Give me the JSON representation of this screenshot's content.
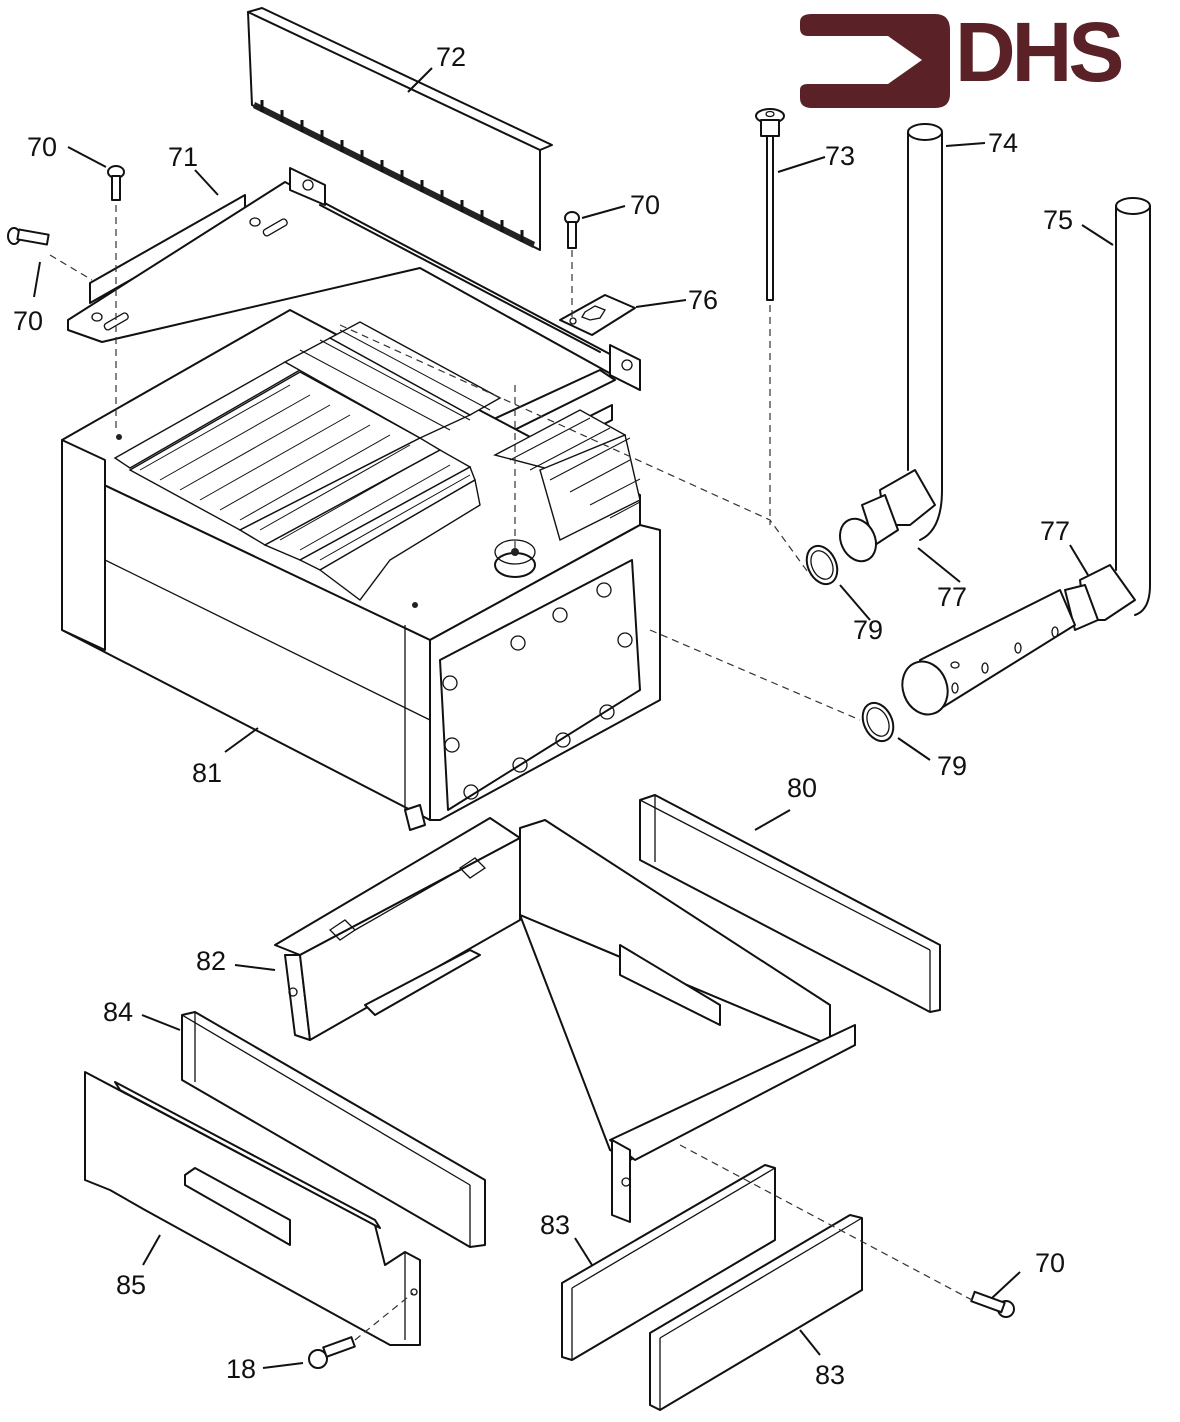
{
  "logo": {
    "text": "DHS",
    "color": "#5a2226",
    "icon": "arrow-bracket-logo"
  },
  "callouts": [
    {
      "id": "c72a",
      "label": "72"
    },
    {
      "id": "c70a",
      "label": "70"
    },
    {
      "id": "c71",
      "label": "71"
    },
    {
      "id": "c70b",
      "label": "70"
    },
    {
      "id": "c70c",
      "label": "70"
    },
    {
      "id": "c73",
      "label": "73"
    },
    {
      "id": "c74",
      "label": "74"
    },
    {
      "id": "c75",
      "label": "75"
    },
    {
      "id": "c76",
      "label": "76"
    },
    {
      "id": "c77a",
      "label": "77"
    },
    {
      "id": "c77b",
      "label": "77"
    },
    {
      "id": "c79a",
      "label": "79"
    },
    {
      "id": "c79b",
      "label": "79"
    },
    {
      "id": "c80",
      "label": "80"
    },
    {
      "id": "c81",
      "label": "81"
    },
    {
      "id": "c82",
      "label": "82"
    },
    {
      "id": "c84",
      "label": "84"
    },
    {
      "id": "c85",
      "label": "85"
    },
    {
      "id": "c83a",
      "label": "83"
    },
    {
      "id": "c83b",
      "label": "83"
    },
    {
      "id": "c70d",
      "label": "70"
    },
    {
      "id": "c18",
      "label": "18"
    }
  ]
}
